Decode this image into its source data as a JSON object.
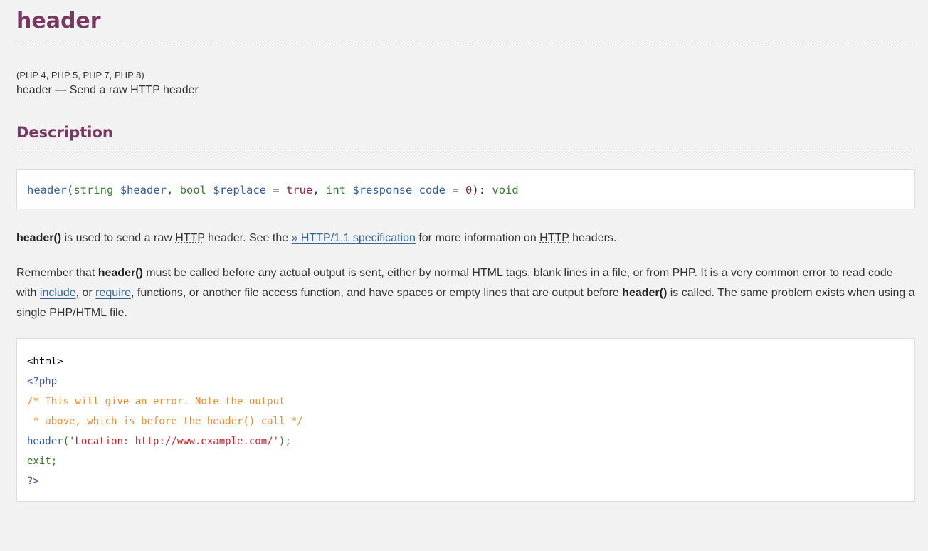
{
  "page": {
    "title": "header",
    "versions": "(PHP 4, PHP 5, PHP 7, PHP 8)",
    "refpurpose": "header — Send a raw HTTP header"
  },
  "description": {
    "heading": "Description",
    "synopsis": {
      "fn": "header",
      "open": "(",
      "p1_type": "string",
      "p1_var": "$header",
      "sep1": ", ",
      "p2_type": "bool",
      "p2_var": "$replace",
      "p2_eq": " = ",
      "p2_default": "true",
      "sep2": ", ",
      "p3_type": "int",
      "p3_var": "$response_code",
      "p3_eq": " = ",
      "p3_default": "0",
      "close": "): ",
      "return_type": "void"
    },
    "para1": {
      "fn": "header()",
      "t1": " is used to send a raw ",
      "abbr1": "HTTP",
      "t2": " header. See the ",
      "link": "» HTTP/1.1 specification",
      "t3": " for more information on ",
      "abbr2": "HTTP",
      "t4": " headers."
    },
    "para2": {
      "t1": "Remember that ",
      "fn1": "header()",
      "t2": " must be called before any actual output is sent, either by normal HTML tags, blank lines in a file, or from PHP. It is a very common error to read code with ",
      "link1": "include",
      "t3": ", or ",
      "link2": "require",
      "t4": ", functions, or another file access function, and have spaces or empty lines that are output before ",
      "fn2": "header()",
      "t5": " is called. The same problem exists when using a single PHP/HTML file."
    }
  },
  "example": {
    "line1": "<html>",
    "line2": "<?php",
    "line3": "/* This will give an error. Note the output",
    "line4": " * above, which is before the header() call */",
    "line5_fn": "header",
    "line5_open": "(",
    "line5_str": "'Location: http://www.example.com/'",
    "line5_close": ");",
    "line6": "exit;",
    "line7": "?>"
  }
}
